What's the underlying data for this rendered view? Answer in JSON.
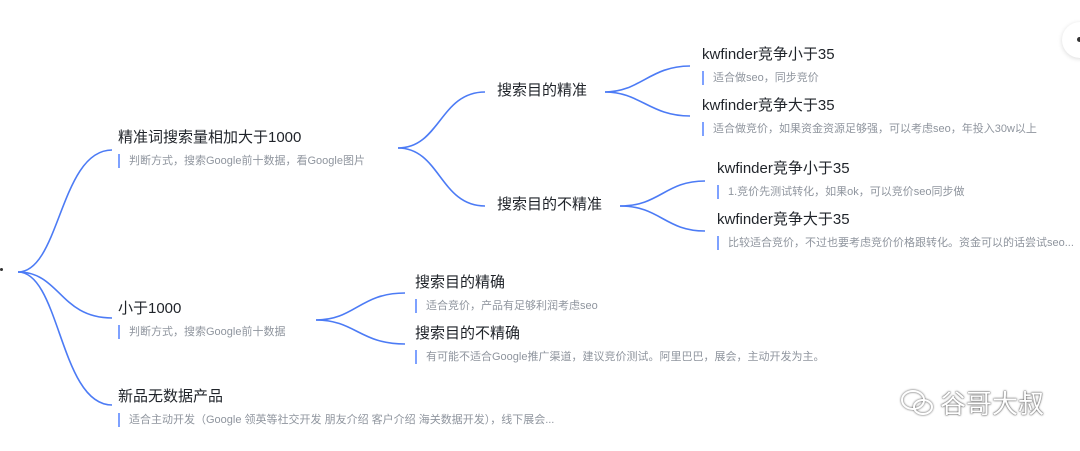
{
  "nodes": {
    "n1": {
      "title": "精准词搜索量相加大于1000",
      "note": "判断方式，搜索Google前十数据，看Google图片"
    },
    "n1a": {
      "title": "搜索目的精准"
    },
    "n1a1": {
      "title": "kwfinder竞争小于35",
      "note": "适合做seo，同步竞价"
    },
    "n1a2": {
      "title": "kwfinder竞争大于35",
      "note": "适合做竞价，如果资金资源足够强，可以考虑seo，年投入30w以上"
    },
    "n1b": {
      "title": "搜索目的不精准"
    },
    "n1b1": {
      "title": "kwfinder竞争小于35",
      "note": "1.竞价先测试转化，如果ok，可以竞价seo同步做"
    },
    "n1b2": {
      "title": "kwfinder竞争大于35",
      "note": "比较适合竞价，不过也要考虑竞价价格跟转化。资金可以的话尝试seo..."
    },
    "n2": {
      "title": "小于1000",
      "note": "判断方式，搜索Google前十数据"
    },
    "n2a": {
      "title": "搜索目的精确",
      "note": "适合竞价，产品有足够利润考虑seo"
    },
    "n2b": {
      "title": "搜索目的不精确",
      "note": "有可能不适合Google推广渠道，建议竞价测试。阿里巴巴，展会，主动开发为主。"
    },
    "n3": {
      "title": "新品无数据产品",
      "note": "适合主动开发（Google 领英等社交开发 朋友介绍 客户介绍 海关数据开发），线下展会..."
    }
  },
  "watermark": "谷哥大叔",
  "colors": {
    "link": "#4c7bf5",
    "note_bar": "#7ea1ff"
  }
}
